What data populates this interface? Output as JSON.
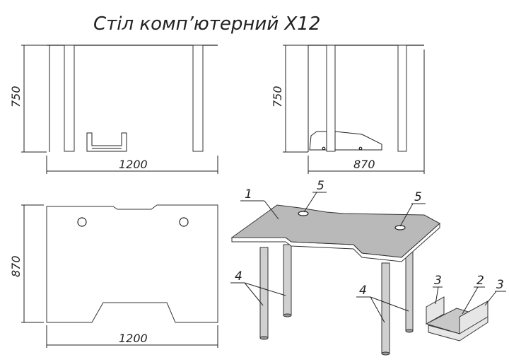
{
  "title": "Стіл  комп’ютерний  Х12",
  "dimensions": {
    "front_height": "750",
    "front_width": "1200",
    "side_height": "750",
    "side_depth": "870",
    "top_depth": "870",
    "top_width": "1200"
  },
  "callouts": {
    "tabletop": "1",
    "stand_base": "2",
    "stand_side_left": "3",
    "stand_side_right": "3",
    "legs_left": "4",
    "legs_right": "4",
    "cable_hole_left": "5",
    "cable_hole_right": "5"
  }
}
